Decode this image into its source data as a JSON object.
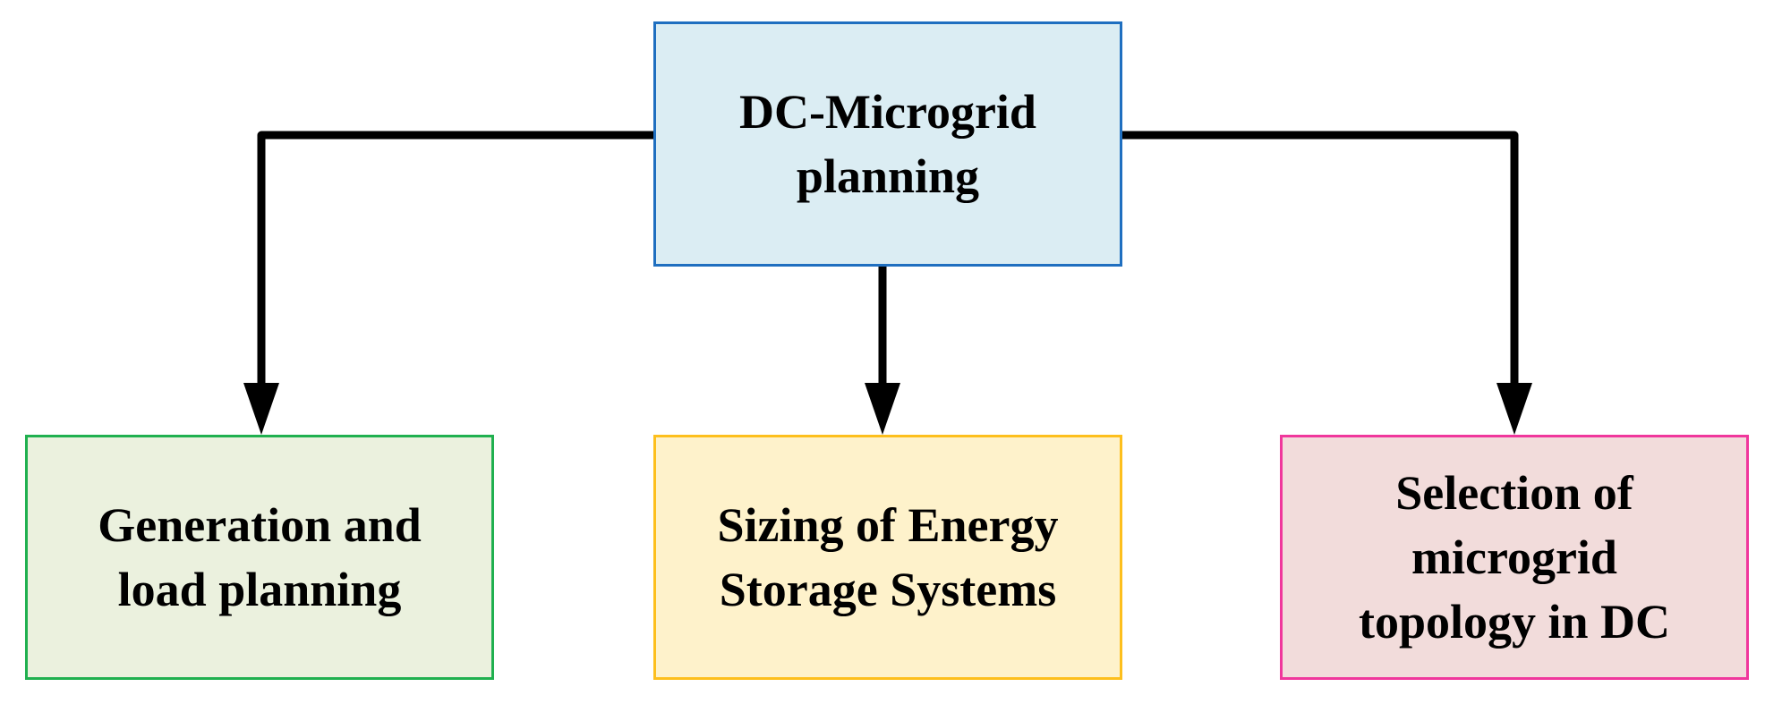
{
  "diagram": {
    "root": {
      "label": "DC-Microgrid\nplanning",
      "fill": "#dbedf3",
      "border": "#1f6fc0"
    },
    "children": [
      {
        "id": "generation",
        "label": "Generation and\nload planning",
        "fill": "#ebf1de",
        "border": "#20b04f"
      },
      {
        "id": "sizing",
        "label": "Sizing of Energy\nStorage Systems",
        "fill": "#fef2cb",
        "border": "#fdbf1d"
      },
      {
        "id": "topology",
        "label": "Selection of\nmicrogrid\ntopology in DC",
        "fill": "#f2dcdb",
        "border": "#f0379c"
      }
    ],
    "connector_color": "#000000"
  }
}
